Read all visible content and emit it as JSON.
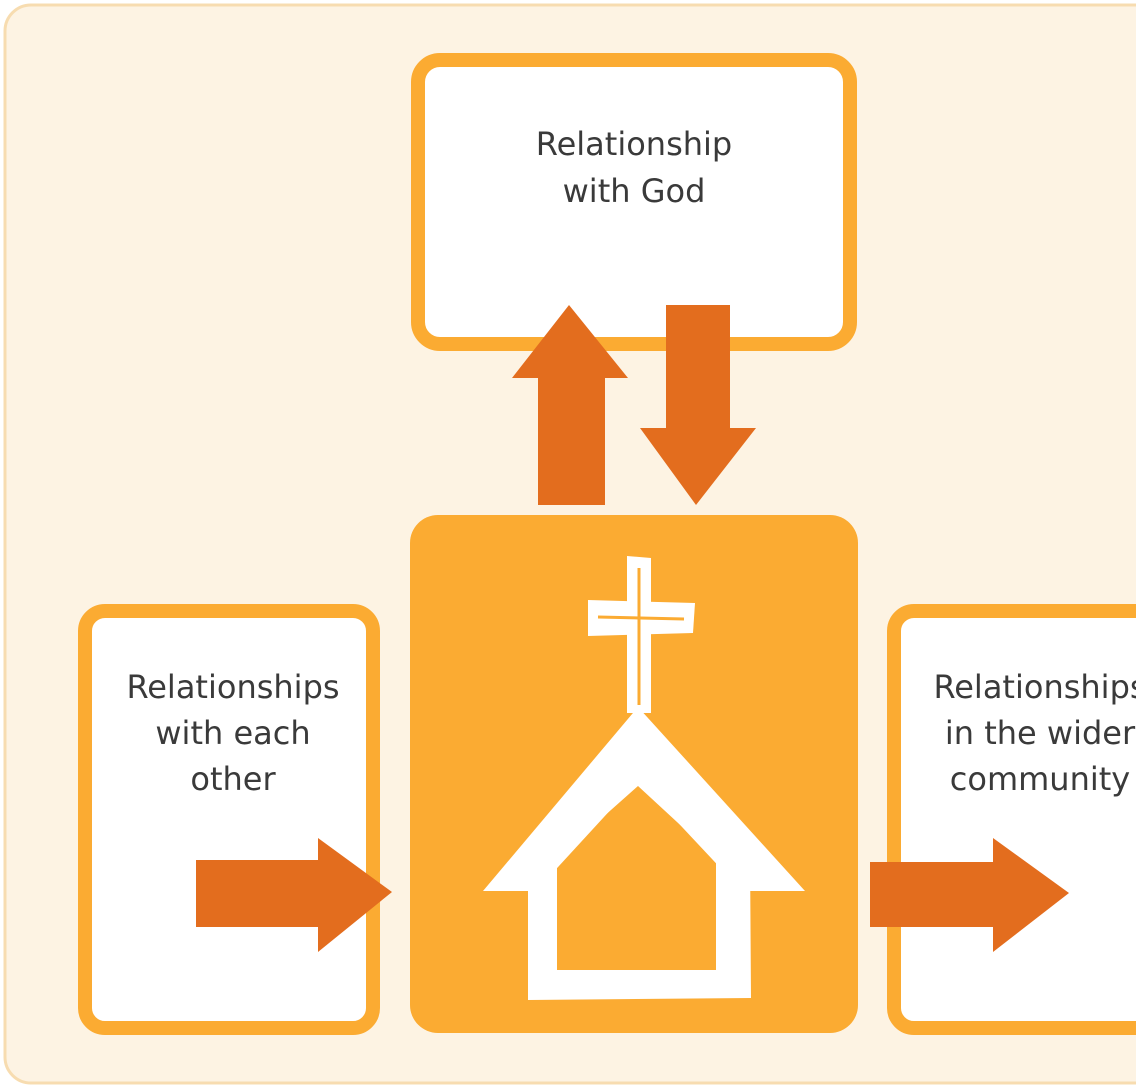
{
  "diagram": {
    "boxes": {
      "god": {
        "line1": "Relationship",
        "line2": "with God"
      },
      "each_other": {
        "line1": "Relationships",
        "line2": "with each",
        "line3": "other"
      },
      "community": {
        "line1": "Relationships",
        "line2": "in the wider",
        "line3": "community"
      }
    },
    "center_icon": "church-icon",
    "arrows": [
      "arrow-up-icon",
      "arrow-down-icon",
      "arrow-right-icon",
      "arrow-right-icon"
    ]
  },
  "colors": {
    "background": "#fdf3e3",
    "panel_border": "#f7dcb0",
    "box_border": "#fbab32",
    "church_bg": "#fbab32",
    "arrow": "#e36d1e",
    "text": "#3a3a3a"
  }
}
